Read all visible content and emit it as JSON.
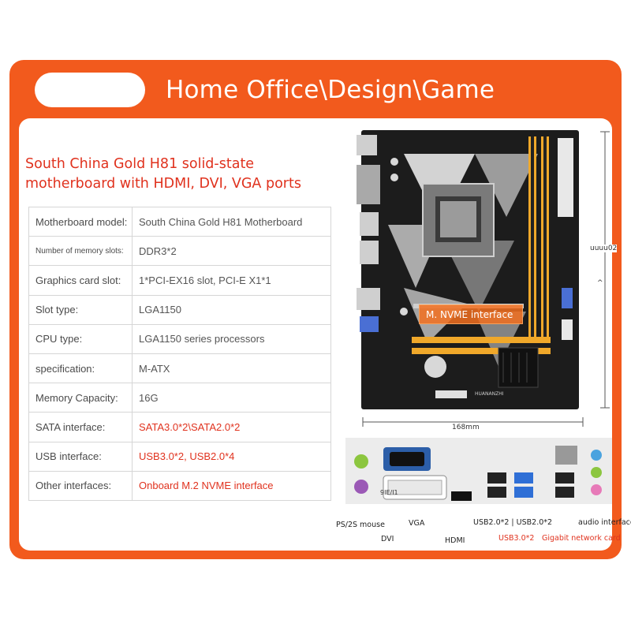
{
  "header": {
    "title": "Home Office\\Design\\Game"
  },
  "product": {
    "title_line1": "South China Gold H81 solid-state",
    "title_line2": "motherboard with HDMI, DVI, VGA ports"
  },
  "specs": [
    {
      "label": "Motherboard model:",
      "value": "South China Gold H81 Motherboard"
    },
    {
      "label": "Number of memory slots:",
      "value": "DDR3*2"
    },
    {
      "label": "Graphics card slot:",
      "value": "1*PCI-EX16 slot, PCI-E X1*1"
    },
    {
      "label": "Slot type:",
      "value": "LGA1150"
    },
    {
      "label": "CPU type:",
      "value": "LGA1150 series processors"
    },
    {
      "label": "specification:",
      "value": "M-ATX"
    },
    {
      "label": "Memory Capacity:",
      "value": "16G"
    },
    {
      "label": "SATA interface:",
      "value": "SATA3.0*2\\SATA2.0*2"
    },
    {
      "label": "USB interface:",
      "value": "USB3.0*2, USB2.0*4"
    },
    {
      "label": "Other interfaces:",
      "value": "Onboard M.2 NVME interface"
    }
  ],
  "board": {
    "nvme_tag": "M. NVME interface",
    "width_dim": "168mm",
    "height_dim": "uuuu02",
    "side_mark": "^",
    "brand_print": "HUANANZHI"
  },
  "io_labels": {
    "ps2": "PS/2S mouse",
    "vga": "VGA",
    "dvi": "DVI",
    "dvi_print": "9IE/I1",
    "hdmi": "HDMI",
    "usb2": "USB2.0*2 | USB2.0*2",
    "audio": "audio interface",
    "usb3": "USB3.0*2",
    "lan": "Gigabit network card"
  },
  "colors": {
    "accent": "#f25a1d",
    "highlight_text": "#e0321e"
  }
}
